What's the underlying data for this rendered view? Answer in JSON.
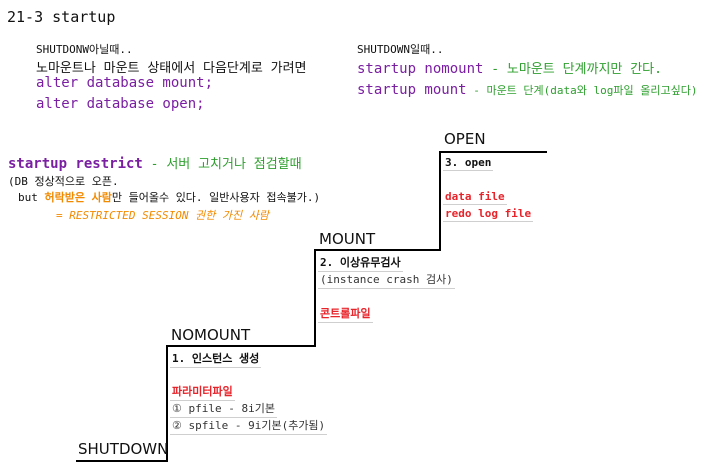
{
  "title": "21-3 startup",
  "left_block": {
    "heading": "SHUTDONW아닐때..",
    "desc": "노마운트나 마운트 상태에서 다음단계로 가려면",
    "cmd1": "alter database mount;",
    "cmd2": "alter database open;"
  },
  "right_block": {
    "heading": "SHUTDOWN일때..",
    "nomount_cmd": "startup nomount",
    "nomount_desc": " - 노마운트 단계까지만 간다.",
    "mount_cmd": "startup mount",
    "mount_desc": " - 마운트 단계(data와 log파일 올리고싶다)"
  },
  "restrict_block": {
    "cmd": "startup restrict",
    "cmd_desc": " - 서버 고치거나 점검할때",
    "line1": "(DB 정상적으로 오픈.",
    "line2_pre": "but ",
    "line2_hl": "허락받은 사람",
    "line2_post": "만 들어올수 있다. 일반사용자 접속불가.)",
    "note": "= RESTRICTED SESSION 권한 가진 사람"
  },
  "stairs": {
    "shutdown": "SHUTDOWN",
    "nomount": {
      "label": "NOMOUNT",
      "step": "1. 인스턴스 생성",
      "file": "파라미터파일",
      "item1": "① pfile - 8i기본",
      "item2": "② spfile - 9i기본(추가됨)"
    },
    "mount": {
      "label": "MOUNT",
      "step": "2. 이상유무검사",
      "detail": "(instance crash 검사)",
      "file": "콘트롤파일"
    },
    "open": {
      "label": "OPEN",
      "step": "3. open",
      "file1": "data file",
      "file2": "redo log file"
    }
  },
  "colors": {
    "purple": "#7a1fa2",
    "green": "#2e9f2e",
    "red": "#e8242b",
    "orange": "#f28a00"
  }
}
